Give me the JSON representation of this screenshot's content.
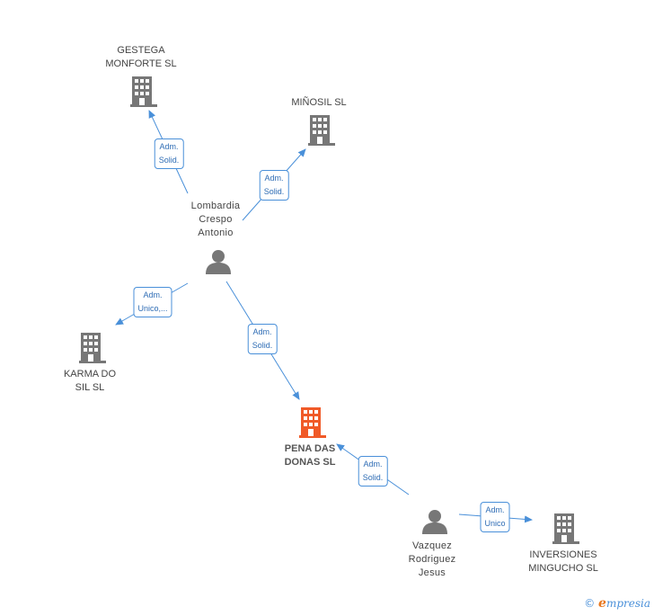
{
  "colors": {
    "edge": "#4a90d9",
    "node": "#777777",
    "focus": "#f05a28"
  },
  "nodes": {
    "gestega": {
      "line1": "GESTEGA",
      "line2": "MONFORTE SL",
      "icon": "building-icon"
    },
    "minosil": {
      "line1": "MIÑOSIL SL",
      "line2": "",
      "icon": "building-icon"
    },
    "lombardia": {
      "line1": "Lombardia",
      "line2": "Crespo",
      "line3": "Antonio",
      "icon": "person-icon"
    },
    "karma": {
      "line1": "KARMA DO",
      "line2": "SIL  SL",
      "icon": "building-icon"
    },
    "pena": {
      "line1": "PENA DAS",
      "line2": "DONAS SL",
      "icon": "building-icon"
    },
    "vazquez": {
      "line1": "Vazquez",
      "line2": "Rodriguez",
      "line3": "Jesus",
      "icon": "person-icon"
    },
    "inversiones": {
      "line1": "INVERSIONES",
      "line2": "MINGUCHO SL",
      "icon": "building-icon"
    }
  },
  "edges": {
    "e1": {
      "line1": "Adm.",
      "line2": "Solid."
    },
    "e2": {
      "line1": "Adm.",
      "line2": "Solid."
    },
    "e3": {
      "line1": "Adm.",
      "line2": "Unico,..."
    },
    "e4": {
      "line1": "Adm.",
      "line2": "Solid."
    },
    "e5": {
      "line1": "Adm.",
      "line2": "Solid."
    },
    "e6": {
      "line1": "Adm.",
      "line2": "Unico"
    }
  },
  "footer": {
    "copyright": "©",
    "brand_initial": "e",
    "brand_rest": "mpresia"
  }
}
